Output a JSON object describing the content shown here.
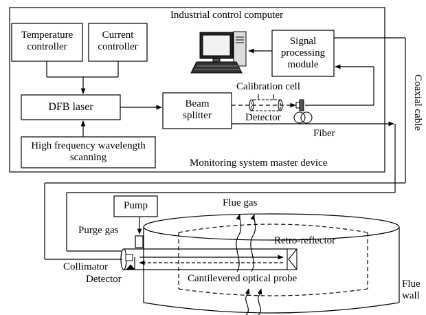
{
  "master": {
    "title": "Industrial control computer",
    "temperature_controller": "Temperature controller",
    "current_controller": "Current controller",
    "dfb_laser": "DFB laser",
    "hf_scanning": "High frequency wavelength scanning",
    "beam_splitter": "Beam splitter",
    "calibration_cell": "Calibration cell",
    "detector": "Detector",
    "fiber": "Fiber",
    "signal_processing": "Signal processing module",
    "footer": "Monitoring system master device"
  },
  "connection": {
    "coaxial_cable": "Coaxial cable"
  },
  "field": {
    "pump": "Pump",
    "purge_gas": "Purge gas",
    "flue_gas": "Flue gas",
    "retro_reflector": "Retro-reflector",
    "collimator": "Collimator",
    "detector": "Detector",
    "probe": "Cantilevered optical probe",
    "flue_wall": "Flue wall"
  },
  "colors": {
    "line": "#000000",
    "background": "#ffffff"
  },
  "icons": {
    "computer": "desktop-computer-icon",
    "calibration_cell": "gas-cell-icon",
    "detector": "photodetector-icon",
    "fiber_coil": "fiber-coil-icon",
    "collimator": "collimator-icon",
    "retro_reflector": "retro-reflector-icon"
  }
}
